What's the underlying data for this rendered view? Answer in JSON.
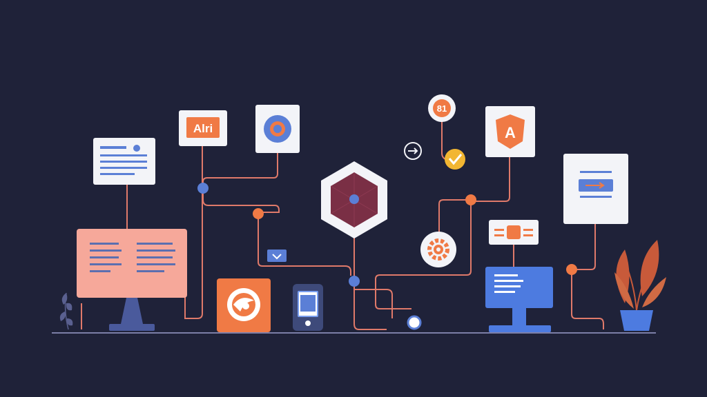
{
  "labels": {
    "alt_card": "Alri",
    "badge_top": "81",
    "angular_letter": "A"
  },
  "colors": {
    "background": "#1f2239",
    "wire": "#e07a6a",
    "node_blue": "#5b7fd6",
    "node_orange": "#f07a45",
    "card": "#f3f4f8",
    "pink_monitor": "#f6a89a",
    "blue_monitor": "#4d7be0",
    "hexagon": "#7a2f45",
    "accent_yellow": "#f2b632",
    "plant_leaf": "#c85a3a",
    "pot": "#4d7be0"
  },
  "icons": [
    "document-card-icon",
    "alt-text-icon",
    "gear-badge-icon",
    "badge-81-icon",
    "arrow-circle-icon",
    "checkmark-badge-icon",
    "angular-icon",
    "hexagon-core-icon",
    "gear-icon",
    "media-card-icon",
    "ticket-card-icon",
    "pink-monitor-icon",
    "orange-app-icon",
    "phone-icon",
    "dropdown-chip-icon",
    "blue-monitor-icon",
    "plant-icon",
    "small-plant-icon"
  ]
}
